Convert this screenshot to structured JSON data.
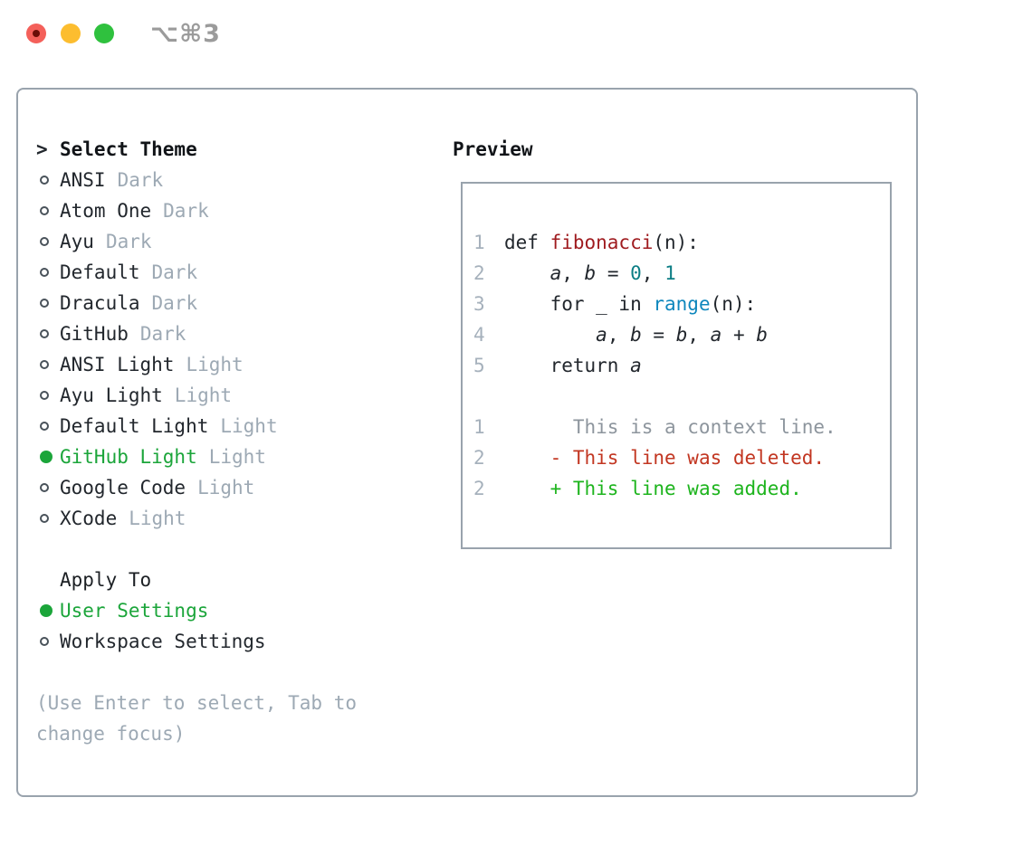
{
  "window": {
    "title": "⌥⌘3",
    "traffic_lights": {
      "close_color": "#f4605a",
      "minimize_color": "#fcbd2f",
      "maximize_color": "#2fc13e"
    }
  },
  "colors": {
    "accent_green": "#1ba53a",
    "border_gray": "#99a3ad",
    "muted_gray": "#9da9b4",
    "function_red": "#9f1b1f",
    "number_teal": "#0c7e85",
    "builtin_blue": "#0e87bd",
    "deleted_red": "#c23621",
    "added_green": "#1db41d"
  },
  "theme": {
    "prompt": ">",
    "title": "Select Theme",
    "items": [
      {
        "name": "ANSI",
        "variant": "Dark",
        "selected": false
      },
      {
        "name": "Atom One",
        "variant": "Dark",
        "selected": false
      },
      {
        "name": "Ayu",
        "variant": "Dark",
        "selected": false
      },
      {
        "name": "Default",
        "variant": "Dark",
        "selected": false
      },
      {
        "name": "Dracula",
        "variant": "Dark",
        "selected": false
      },
      {
        "name": "GitHub",
        "variant": "Dark",
        "selected": false
      },
      {
        "name": "ANSI Light",
        "variant": "Light",
        "selected": false
      },
      {
        "name": "Ayu Light",
        "variant": "Light",
        "selected": false
      },
      {
        "name": "Default Light",
        "variant": "Light",
        "selected": false
      },
      {
        "name": "GitHub Light",
        "variant": "Light",
        "selected": true
      },
      {
        "name": "Google Code",
        "variant": "Light",
        "selected": false
      },
      {
        "name": "XCode",
        "variant": "Light",
        "selected": false
      }
    ]
  },
  "apply": {
    "title": "Apply To",
    "options": [
      {
        "label": "User Settings",
        "selected": true
      },
      {
        "label": "Workspace Settings",
        "selected": false
      }
    ]
  },
  "hint": {
    "line1": "(Use Enter to select, Tab to",
    "line2": "change focus)"
  },
  "preview": {
    "title": "Preview",
    "lines": [
      {
        "num": "1",
        "segs": [
          {
            "t": "def ",
            "s": "plain"
          },
          {
            "t": "fibonacci",
            "s": "function"
          },
          {
            "t": "(n):",
            "s": "plain"
          }
        ]
      },
      {
        "num": "2",
        "segs": [
          {
            "t": "    ",
            "s": "plain"
          },
          {
            "t": "a",
            "s": "variable"
          },
          {
            "t": ", ",
            "s": "plain"
          },
          {
            "t": "b",
            "s": "variable"
          },
          {
            "t": " = ",
            "s": "plain"
          },
          {
            "t": "0",
            "s": "number"
          },
          {
            "t": ", ",
            "s": "plain"
          },
          {
            "t": "1",
            "s": "number"
          }
        ]
      },
      {
        "num": "3",
        "segs": [
          {
            "t": "    for _ in ",
            "s": "plain"
          },
          {
            "t": "range",
            "s": "builtin"
          },
          {
            "t": "(n):",
            "s": "plain"
          }
        ]
      },
      {
        "num": "4",
        "segs": [
          {
            "t": "        ",
            "s": "plain"
          },
          {
            "t": "a",
            "s": "variable"
          },
          {
            "t": ", ",
            "s": "plain"
          },
          {
            "t": "b",
            "s": "variable"
          },
          {
            "t": " = ",
            "s": "plain"
          },
          {
            "t": "b",
            "s": "variable"
          },
          {
            "t": ", ",
            "s": "plain"
          },
          {
            "t": "a",
            "s": "variable"
          },
          {
            "t": " + ",
            "s": "plain"
          },
          {
            "t": "b",
            "s": "variable"
          }
        ]
      },
      {
        "num": "5",
        "segs": [
          {
            "t": "    return ",
            "s": "plain"
          },
          {
            "t": "a",
            "s": "variable"
          }
        ]
      },
      {
        "num": "",
        "segs": []
      },
      {
        "num": "1",
        "segs": [
          {
            "t": "      This is a context line.",
            "s": "context"
          }
        ]
      },
      {
        "num": "2",
        "segs": [
          {
            "t": "    ",
            "s": "plain"
          },
          {
            "t": "- This line was deleted.",
            "s": "deleted"
          }
        ]
      },
      {
        "num": "2",
        "segs": [
          {
            "t": "    ",
            "s": "plain"
          },
          {
            "t": "+ This line was added.",
            "s": "added"
          }
        ]
      }
    ]
  }
}
